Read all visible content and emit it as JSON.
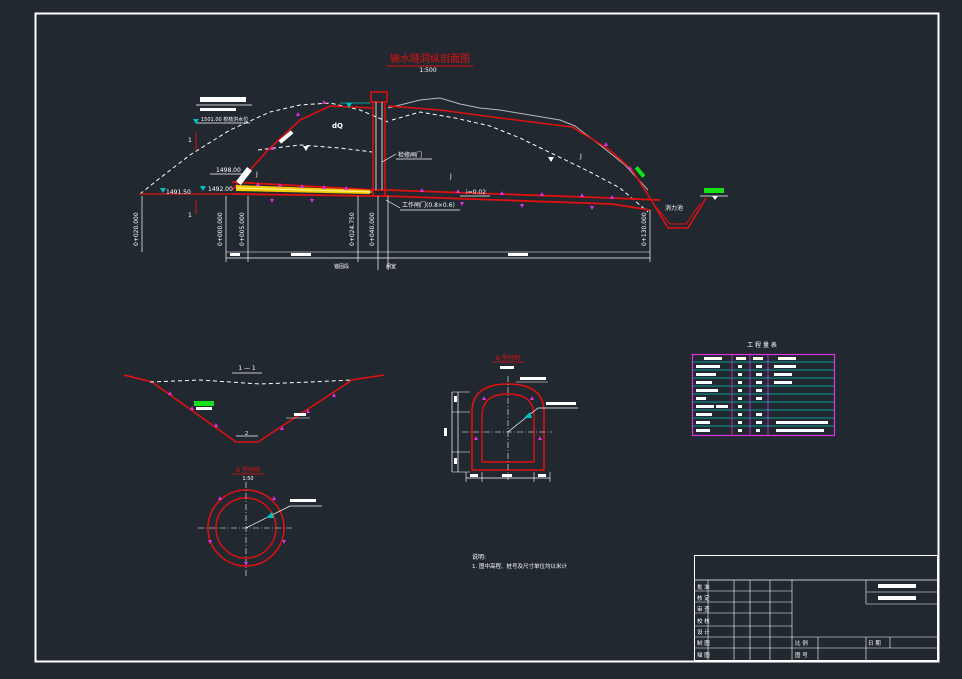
{
  "profile": {
    "title": "输水隧洞纵剖面图",
    "scale": "1:500",
    "elev_check_flood": "1501.00 校核洪水位",
    "elev_1498": "1498.00",
    "elev_1492": "1492.00",
    "elev_1491": "1491.50",
    "mark_dq": "dQ",
    "label_service_gate": "检修闸门",
    "label_work_gate": "工作闸门(0.8×0.6)",
    "slope_i": "i=0.02",
    "label_stilling": "消力池",
    "label_anchor": "锚固段",
    "label_gate_section": "闸室",
    "label_1_top": "1",
    "label_1_bottom": "1",
    "stations": [
      "0+020.000",
      "0+000.000",
      "0+005.000",
      "0+024.750",
      "0+040.000",
      "0+130.000"
    ]
  },
  "section_1_1": {
    "title": "1 — 1"
  },
  "section_a": {
    "title": "A 型衬砌",
    "scale": "1:50"
  },
  "section_b": {
    "title": "B 型衬砌"
  },
  "quantities_table": {
    "title": "工 程 量 表"
  },
  "notes": {
    "heading": "说明:",
    "line1": "1. 图中高程、桩号及尺寸单位均以米计"
  },
  "title_block": {
    "row_labels": [
      "批 准",
      "核 定",
      "审 查",
      "校 核",
      "设 计",
      "制 图",
      "描 图"
    ],
    "label_scale": "比 例",
    "label_drawing_no": "图 号",
    "label_date": "日 期"
  },
  "colors": {
    "background": "#212830",
    "border": "#ffffff",
    "red": "#e01010",
    "magenta": "#e030e0",
    "cyan": "#00c0c0",
    "yellow": "#ffd400",
    "green": "#18e018",
    "grey": "#b8b8b8"
  }
}
